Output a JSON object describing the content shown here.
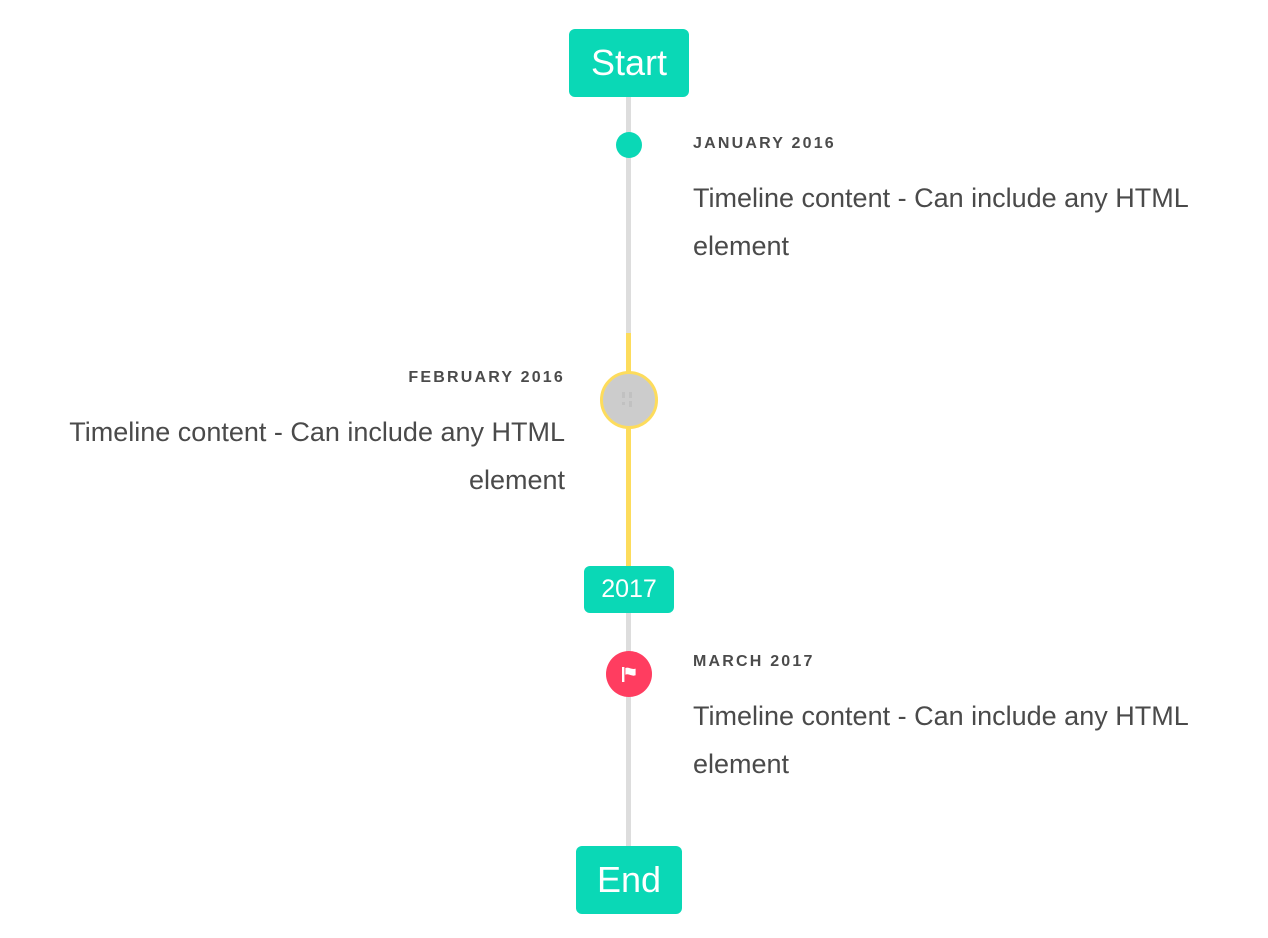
{
  "timeline": {
    "start_label": "Start",
    "end_label": "End",
    "year_label": "2017",
    "colors": {
      "accent_teal": "#0ad8b6",
      "accent_yellow": "#fddc5c",
      "accent_pink": "#ff3d60",
      "line_gray": "#dddddd",
      "marker_gray": "#cccccc",
      "text": "#4a4a4a",
      "date_text": "#4b4b4b"
    },
    "entries": [
      {
        "id": "january-2016",
        "date": "January 2016",
        "content": "Timeline content - Can include any HTML element",
        "side": "right",
        "marker": "dot-icon"
      },
      {
        "id": "february-2016",
        "date": "February 2016",
        "content": "Timeline content - Can include any HTML element",
        "side": "left",
        "marker": "broken-glyph-icon"
      },
      {
        "id": "march-2017",
        "date": "March 2017",
        "content": "Timeline content - Can include any HTML element",
        "side": "right",
        "marker": "flag-icon"
      }
    ]
  }
}
